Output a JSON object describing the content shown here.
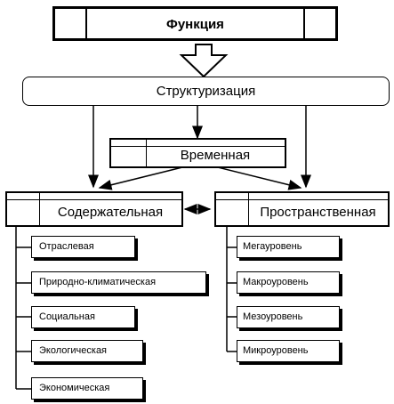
{
  "function_box": {
    "label": "Функция"
  },
  "structuring": {
    "label": "Структуризация"
  },
  "temporal": {
    "label": "Временная"
  },
  "content": {
    "label": "Содержательная",
    "items": [
      "Отраслевая",
      "Природно-климатическая",
      "Социальная",
      "Экологическая",
      "Экономическая"
    ]
  },
  "spatial": {
    "label": "Пространственная",
    "items": [
      "Мегауровень",
      "Макроуровень",
      "Мезоуровень",
      "Микроуровень"
    ]
  }
}
